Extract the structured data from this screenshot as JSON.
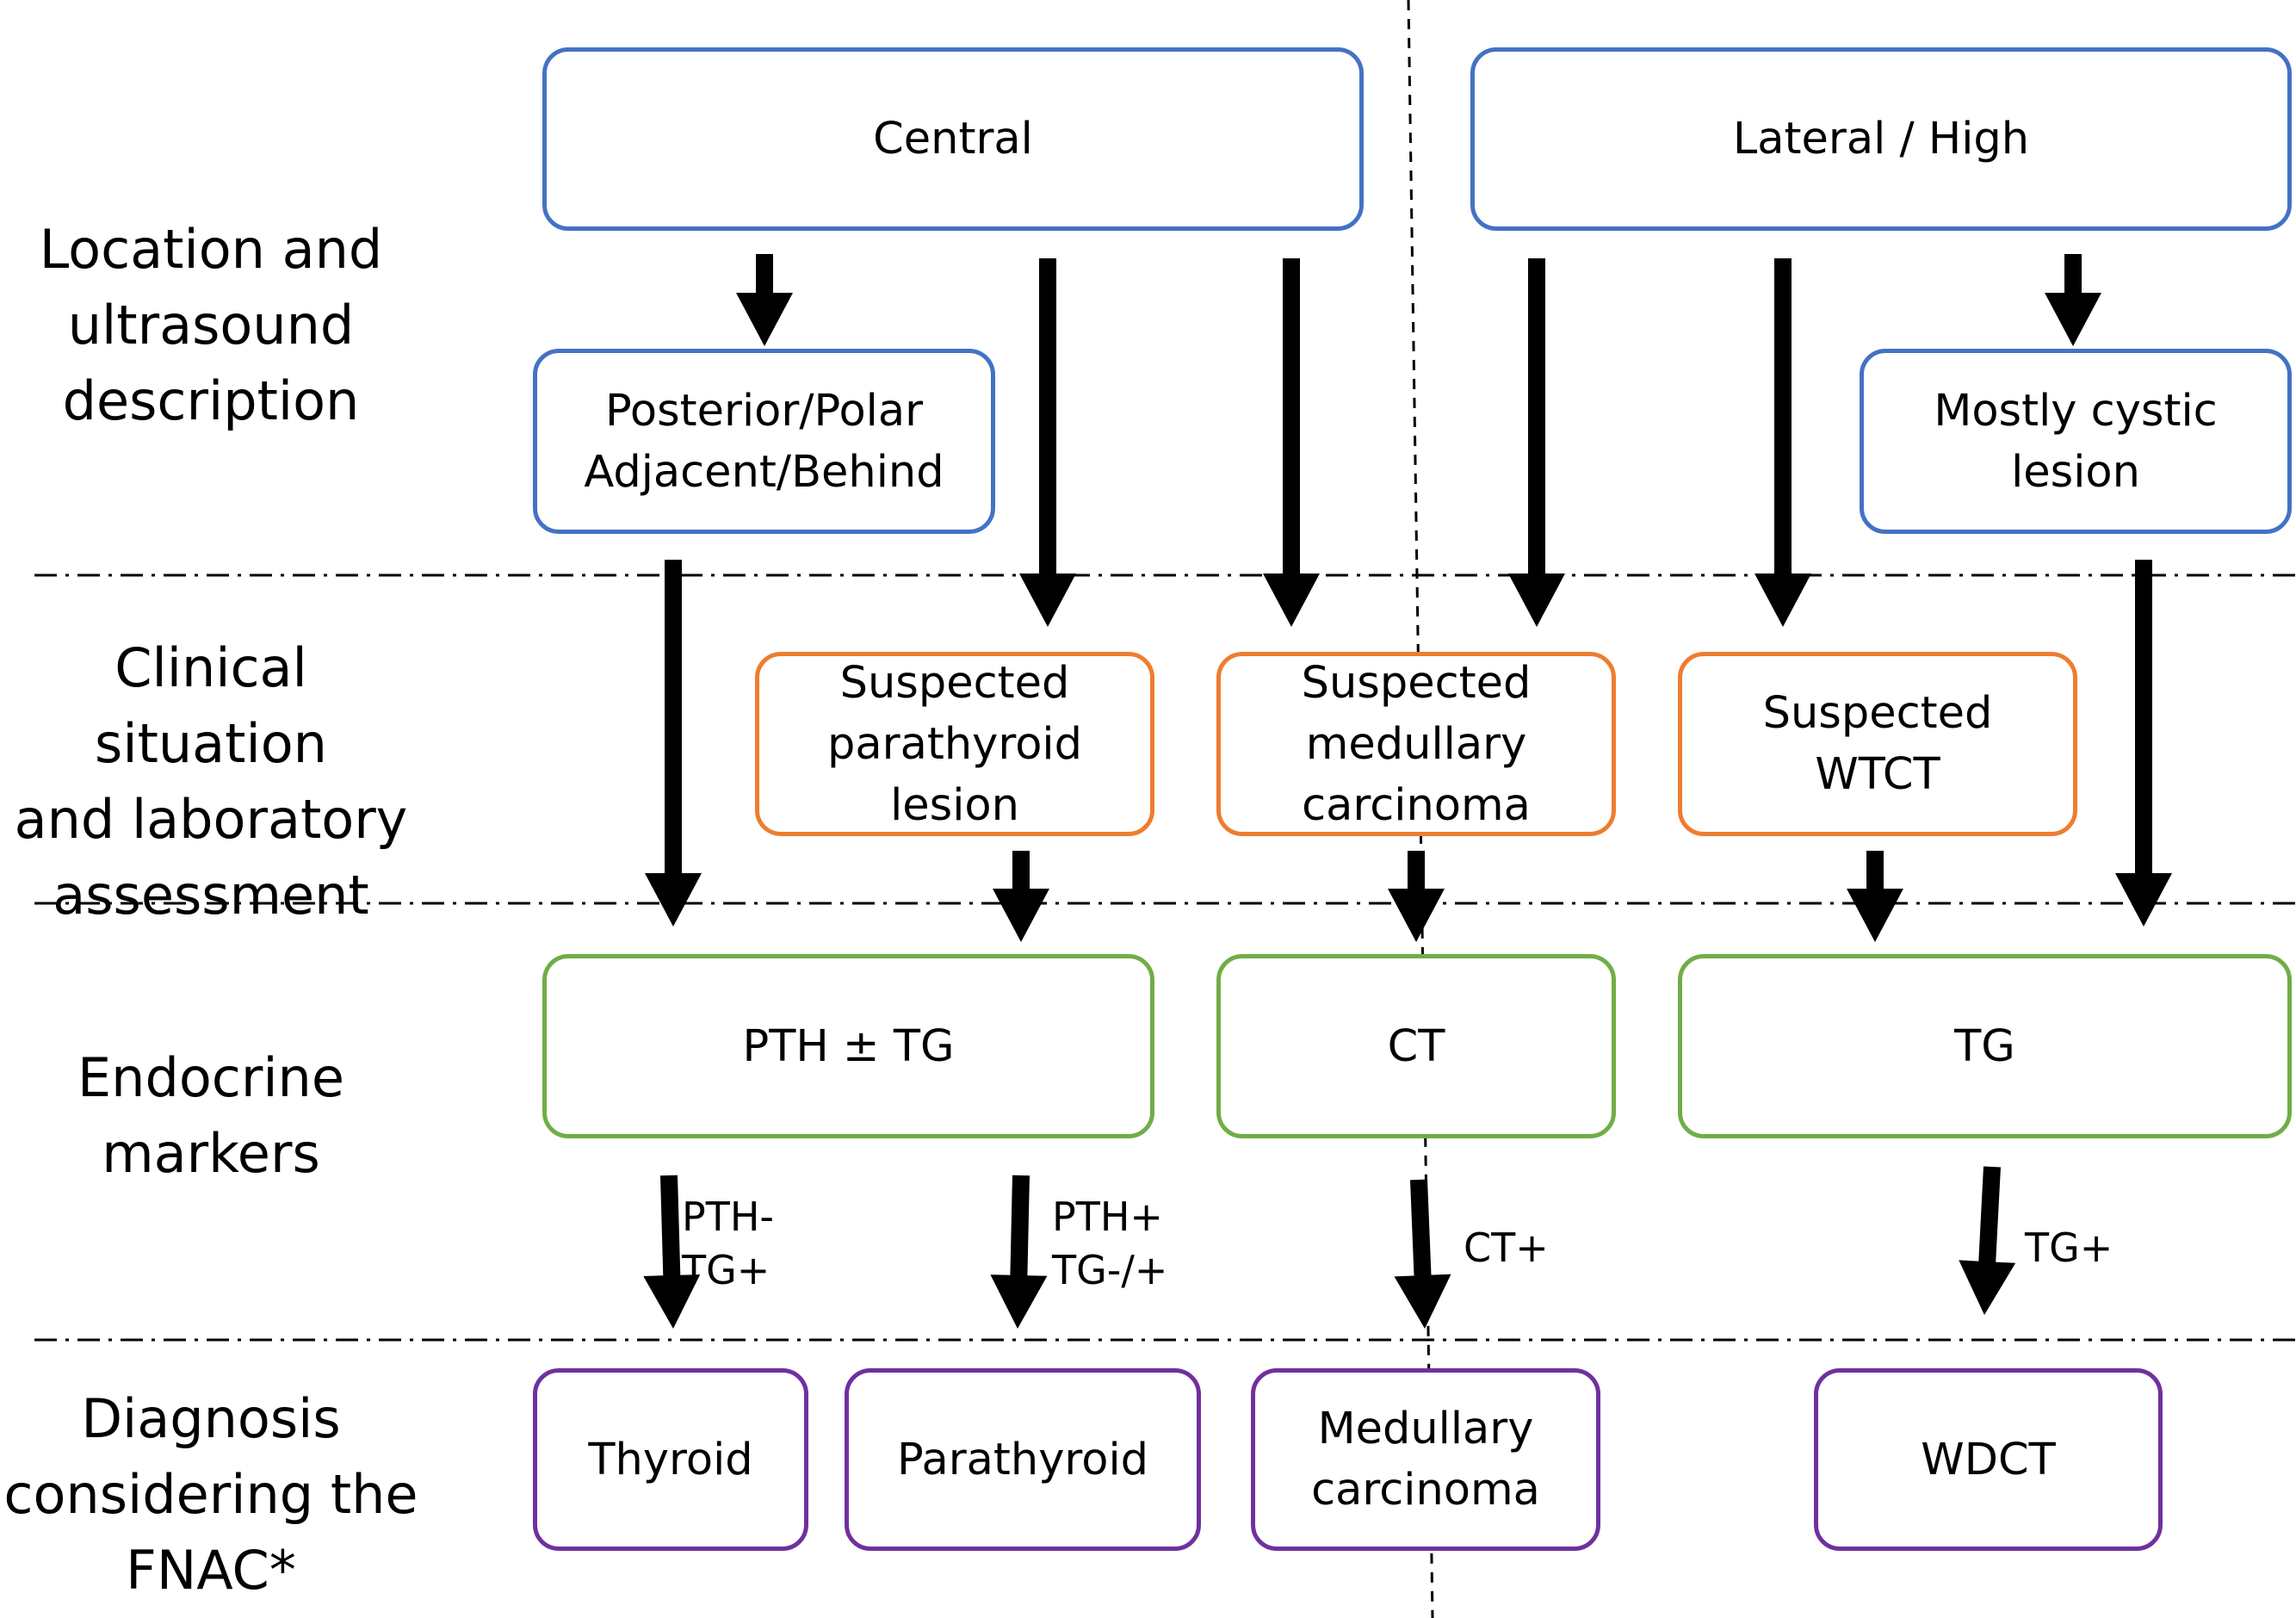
{
  "row_labels": {
    "location": "Location and\nultrasound\ndescription",
    "clinical": "Clinical situation\nand laboratory\nassessment",
    "markers": "Endocrine\nmarkers",
    "diagnosis": "Diagnosis\nconsidering the\nFNAC*"
  },
  "boxes": {
    "central": "Central",
    "lateral_high": "Lateral / High",
    "posterior_polar": "Posterior/Polar\nAdjacent/Behind",
    "mostly_cystic": "Mostly cystic\nlesion",
    "suspected_parathyroid": "Suspected\nparathyroid\nlesion",
    "suspected_medullary": "Suspected\nmedullary\ncarcinoma",
    "suspected_wtct": "Suspected\nWTCT",
    "pth_tg": "PTH ± TG",
    "ct": "CT",
    "tg": "TG",
    "thyroid": "Thyroid",
    "parathyroid": "Parathyroid",
    "medullary_carcinoma": "Medullary\ncarcinoma",
    "wdct": "WDCT"
  },
  "edge_labels": {
    "pth_neg_tg_pos": "PTH-\nTG+",
    "pth_pos_tg": "PTH+\nTG-/+",
    "ct_pos": "CT+",
    "tg_pos": "TG+"
  },
  "colors": {
    "location": "#4472C4",
    "clinical": "#ED7D31",
    "markers": "#70AD47",
    "diagnosis": "#7030A0",
    "arrow": "#000000"
  }
}
